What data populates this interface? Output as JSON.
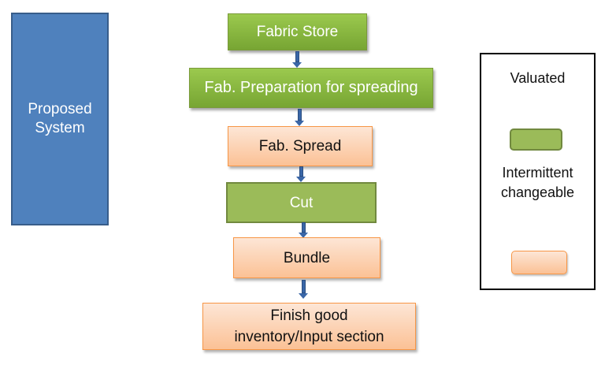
{
  "diagram": {
    "side_label": "Proposed System",
    "side_label_lines": [
      "Proposed",
      "System"
    ],
    "steps": [
      {
        "label": "Fabric Store",
        "category": "valuated"
      },
      {
        "label": "Fab. Preparation for spreading",
        "category": "valuated"
      },
      {
        "label": "Fab. Spread",
        "category": "intermittent-changeable"
      },
      {
        "label": "Cut",
        "category": "valuated"
      },
      {
        "label": "Bundle",
        "category": "intermittent-changeable"
      },
      {
        "label": "Finish good inventory/Input section",
        "lines": [
          "Finish good",
          "inventory/Input section"
        ],
        "category": "intermittent-changeable"
      }
    ],
    "legend": {
      "items": [
        {
          "label": "Valuated",
          "color": "#9bbb59"
        },
        {
          "label": "Intermittent changeable",
          "lines": [
            "Intermittent",
            "changeable"
          ],
          "color": "#fbc195"
        }
      ]
    },
    "colors": {
      "side_box": "#4f81bd",
      "valuated": "#9bbb59",
      "intermittent": "#fbc195",
      "arrow": "#3a66a7"
    }
  }
}
